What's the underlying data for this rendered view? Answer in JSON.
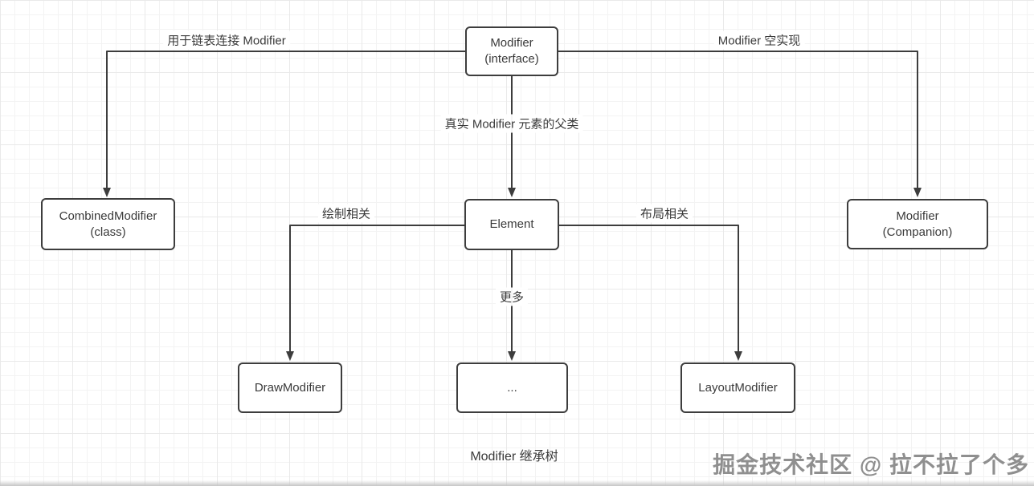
{
  "diagram": {
    "caption": "Modifier 继承树",
    "watermark": "掘金技术社区 @ 拉不拉了个多",
    "colors": {
      "line": "#3d3d3d",
      "box_border": "#3d3d3d",
      "box_background": "#ffffff",
      "text": "#3a3a3a",
      "grid": "#ededed",
      "watermark": "#8f8f8f"
    },
    "nodes": [
      {
        "id": "modifier-interface",
        "line1": "Modifier",
        "line2": "(interface)"
      },
      {
        "id": "combined-modifier",
        "line1": "CombinedModifier",
        "line2": "(class)"
      },
      {
        "id": "element",
        "line1": "Element"
      },
      {
        "id": "modifier-companion",
        "line1": "Modifier",
        "line2": "(Companion)"
      },
      {
        "id": "draw-modifier",
        "line1": "DrawModifier"
      },
      {
        "id": "more-node",
        "line1": "..."
      },
      {
        "id": "layout-modifier",
        "line1": "LayoutModifier"
      }
    ],
    "edge_labels": [
      {
        "id": "linked-list",
        "text": "用于链表连接 Modifier"
      },
      {
        "id": "empty-impl",
        "text": "Modifier 空实现"
      },
      {
        "id": "parent-of-elements",
        "text": "真实 Modifier 元素的父类"
      },
      {
        "id": "draw-related",
        "text": "绘制相关"
      },
      {
        "id": "layout-related",
        "text": "布局相关"
      },
      {
        "id": "more",
        "text": "更多"
      }
    ]
  }
}
